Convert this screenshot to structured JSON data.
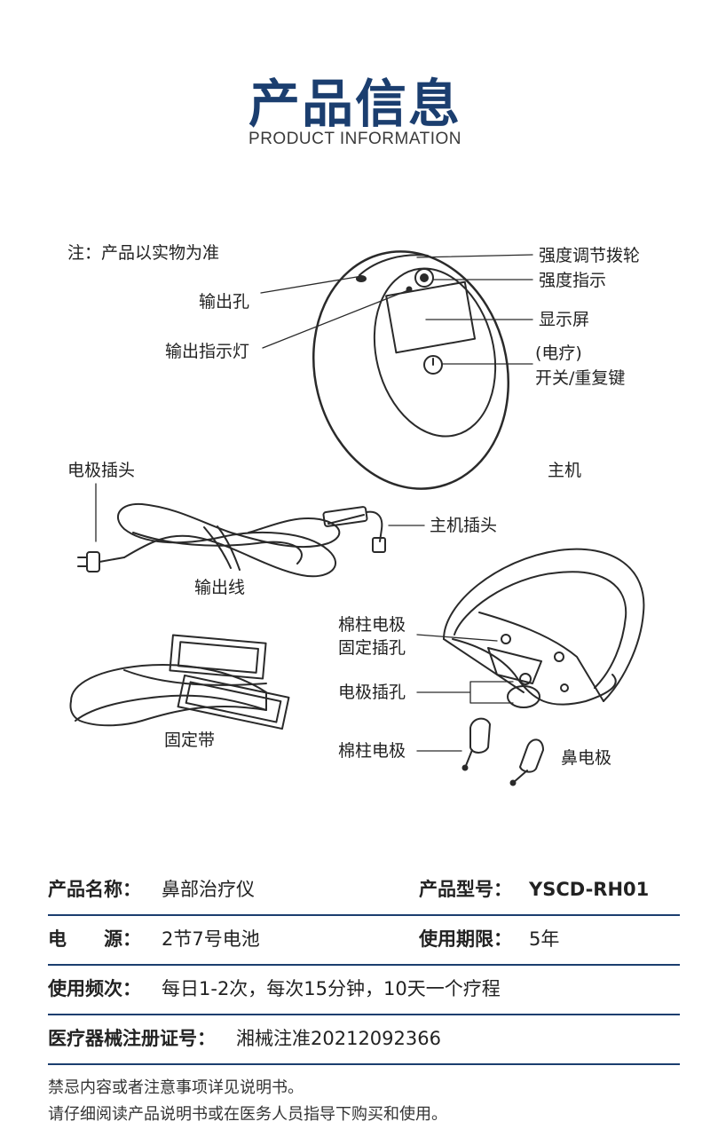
{
  "header": {
    "title": "产品信息",
    "subtitle": "PRODUCT INFORMATION"
  },
  "diagram": {
    "note": "注：产品以实物为准",
    "labels": {
      "intensity_wheel": "强度调节拨轮",
      "intensity_indicator": "强度指示",
      "output_port": "输出孔",
      "display": "显示屏",
      "output_indicator_light": "输出指示灯",
      "power_key_line1": "(电疗)",
      "power_key_line2": "开关/重复键",
      "main_unit": "主机",
      "electrode_plug": "电极插头",
      "main_plug": "主机插头",
      "output_cable": "输出线",
      "cotton_electrode_hole_line1": "棉柱电极",
      "cotton_electrode_hole_line2": "固定插孔",
      "electrode_socket": "电极插孔",
      "strap": "固定带",
      "cotton_electrode": "棉柱电极",
      "nasal_electrode": "鼻电极"
    }
  },
  "info_table": {
    "rows": [
      {
        "left_key": "产品名称：",
        "left_value": "鼻部治疗仪",
        "right_key": "产品型号：",
        "right_value": "YSCD-RH01"
      },
      {
        "left_key": "电　　源：",
        "left_value": "2节7号电池",
        "right_key": "使用期限：",
        "right_value": "5年"
      },
      {
        "left_key": "使用频次：",
        "left_value": "每日1-2次，每次15分钟，10天一个疗程"
      },
      {
        "left_key": "医疗器械注册证号：",
        "left_value": "湘械注准20212092366"
      }
    ]
  },
  "footer": {
    "line1": "禁忌内容或者注意事项详见说明书。",
    "line2": "请仔细阅读产品说明书或在医务人员指导下购买和使用。"
  },
  "colors": {
    "brand_blue": "#1b3e6f",
    "text": "#222222",
    "line_art": "#2a2a2a"
  }
}
